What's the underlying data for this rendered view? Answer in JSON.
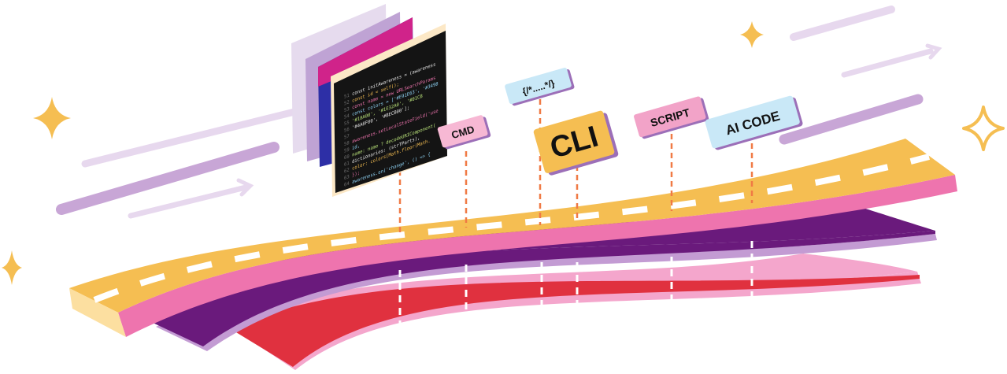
{
  "signs": {
    "cmd": "CMD",
    "comment": "{/*.....*/}",
    "cli": "CLI",
    "script": "SCRIPT",
    "ai_code": "AI CODE"
  },
  "code_panel": {
    "lines": [
      "const initAwareness = (awareness",
      "  const id = self();",
      "  const name = new URLSearchParams",
      "  const colors = ['#E91E63', '#3498",
      "    '#18A00', '#1E32A0', '#01CB",
      "    '#4A8F00', '#BECB00'];",
      "",
      "awareness.setLocalStateField('use",
      "  id,",
      "  name: name ? decodeURIComponent(",
      "  dictionaries: (strTParts),",
      "  color: colors[Math.floor(Math.",
      "});",
      "awareness.on('change', () => {"
    ]
  },
  "colors": {
    "road": "#F5BE52",
    "road_edge": "#EE74AE",
    "layer_purple": "#6A1A7C",
    "layer_red": "#E0313F",
    "sign_pink": "#F7B8D4",
    "sign_blue": "#C9E8F7",
    "sign_yellow": "#F5BE52",
    "star": "#F5BE52",
    "streak_light": "#E7D8EE",
    "streak_mid": "#C8A6D6"
  }
}
